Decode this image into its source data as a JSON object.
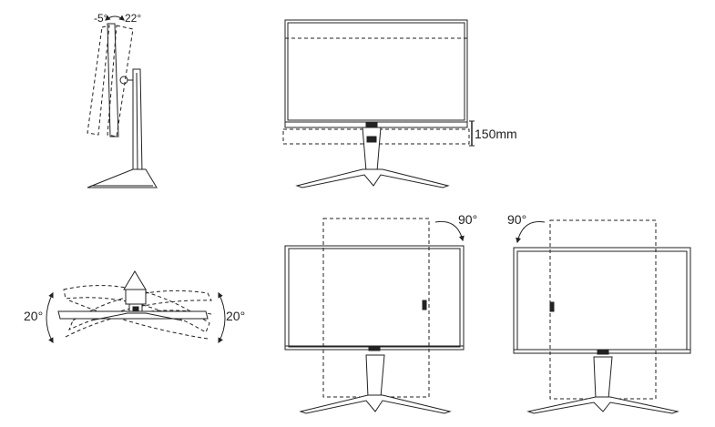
{
  "tilt": {
    "back_label": "-5°",
    "forward_label": "22°"
  },
  "height": {
    "label": "150mm"
  },
  "swivel": {
    "left_label": "20°",
    "right_label": "20°"
  },
  "pivot_cw": {
    "label": "90°"
  },
  "pivot_ccw": {
    "label": "90°"
  }
}
